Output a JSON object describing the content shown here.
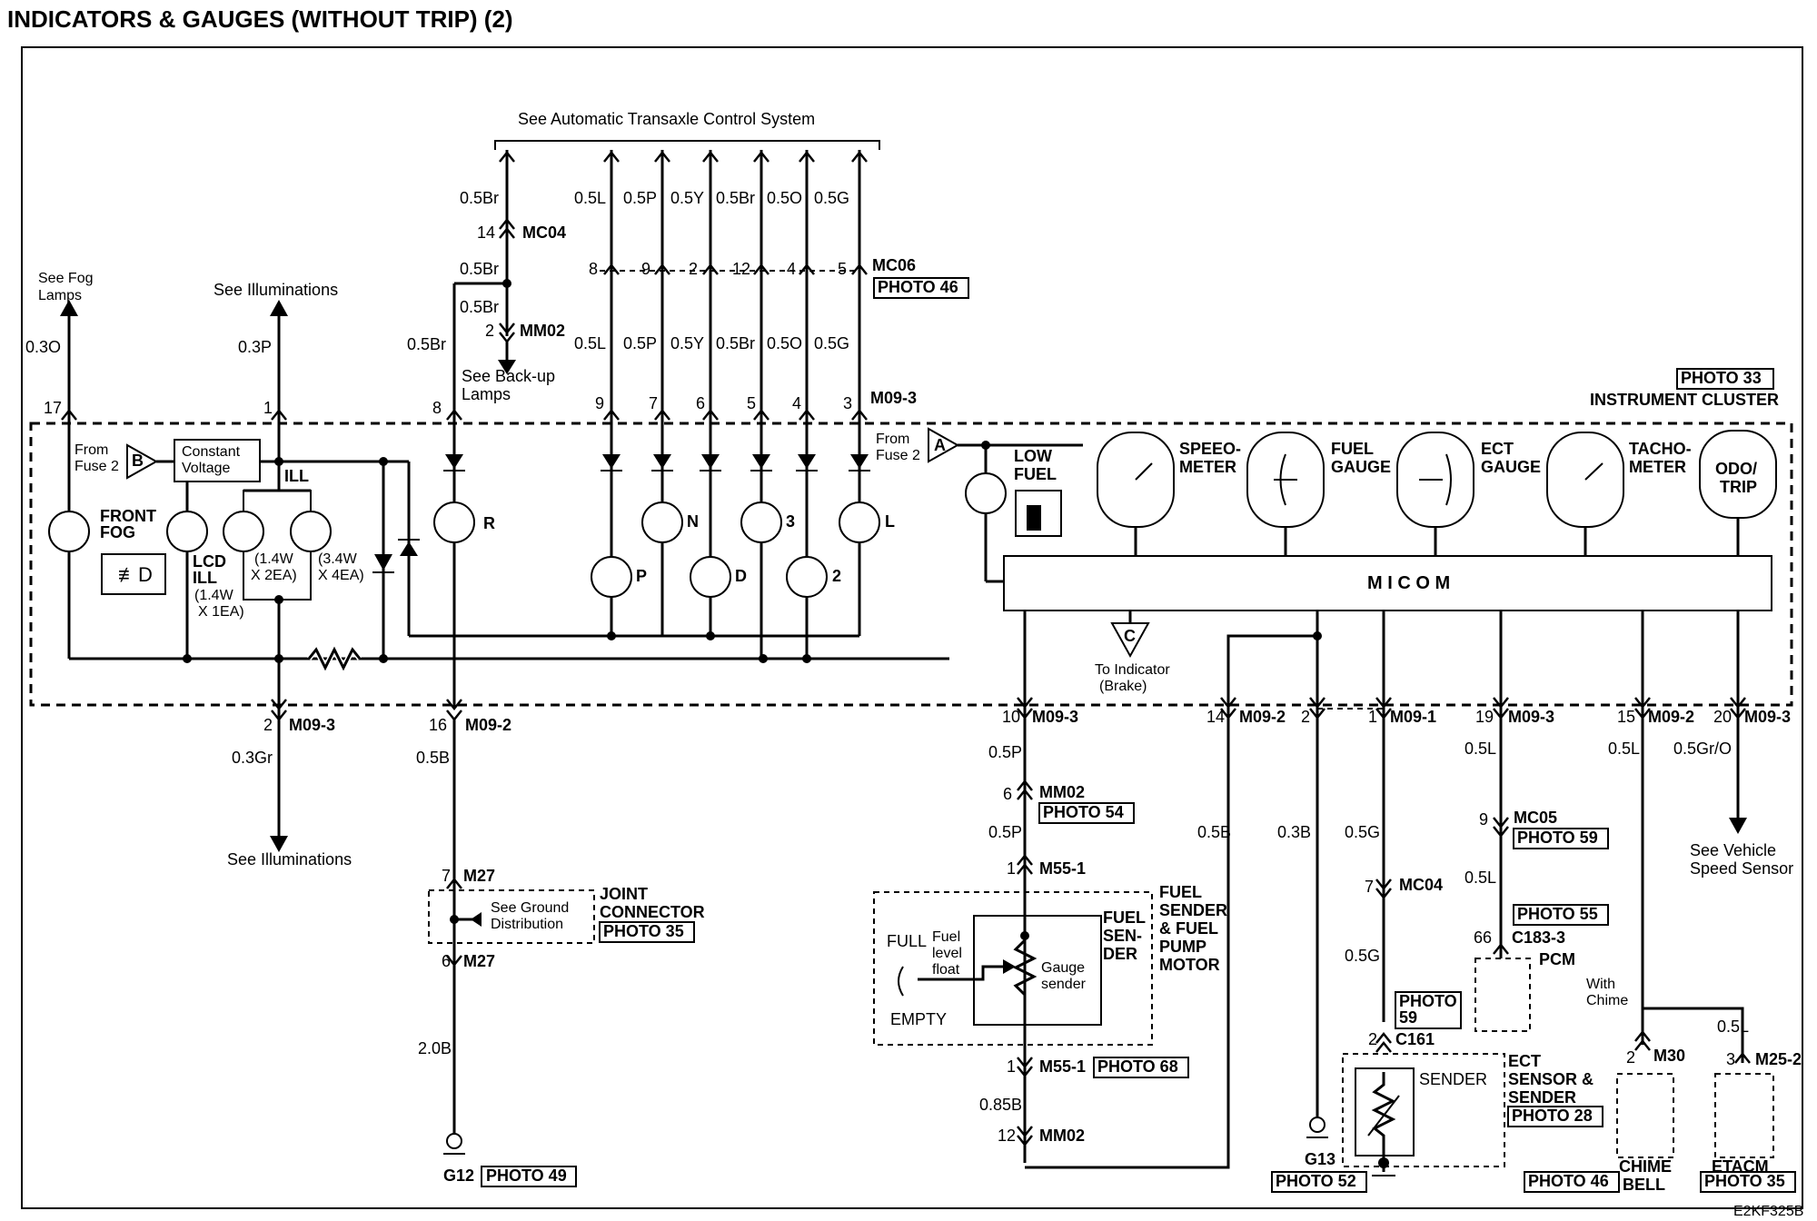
{
  "title": "INDICATORS & GAUGES (WITHOUT TRIP) (2)",
  "figure_code": "E2KF325B",
  "refs": {
    "atcs": "See Automatic Transaxle Control System",
    "fog": "See Fog Lamps",
    "illum_top": "See Illuminations",
    "illum_bottom": "See Illuminations",
    "backup": "See Back-up Lamps",
    "ground_dist": "See Ground Distribution",
    "speed_sensor": "See Vehicle Speed Sensor",
    "to_indicator": "To Indicator (Brake)"
  },
  "cluster": {
    "label": "INSTRUMENT CLUSTER",
    "photo": "PHOTO 33",
    "micom": "M I C O M",
    "from_fuse_b": "From Fuse 2",
    "from_fuse_a": "From Fuse 2",
    "const_voltage": "Constant Voltage",
    "ill": "ILL",
    "front_fog": "FRONT FOG",
    "lcd_ill": "LCD ILL",
    "lcd_rating": "(1.4W X 1EA)",
    "lamp_14": "(1.4W X 2EA)",
    "lamp_34": "(3.4W X 4EA)",
    "low_fuel": "LOW FUEL",
    "gauges": [
      "SPEEO- METER",
      "FUEL GAUGE",
      "ECT GAUGE",
      "TACHO- METER",
      "ODO/ TRIP"
    ],
    "indicators": [
      "R",
      "P",
      "N",
      "D",
      "3",
      "2",
      "L"
    ],
    "tri_b": "B",
    "tri_a": "A",
    "tri_c": "C"
  },
  "connectors": {
    "mc04": "MC04",
    "mm02": "MM02",
    "mc06": "MC06",
    "m09_3": "M09-3",
    "m09_2": "M09-2",
    "m09_1": "M09-1",
    "m27": "M27",
    "m55_1": "M55-1",
    "mc05": "MC05",
    "c183_3": "C183-3",
    "c161": "C161",
    "m30": "M30",
    "m25_2": "M25-2"
  },
  "photos": {
    "p46": "PHOTO 46",
    "p54": "PHOTO 54",
    "p35": "PHOTO 35",
    "p49": "PHOTO 49",
    "p68": "PHOTO 68",
    "p52": "PHOTO 52",
    "p59": "PHOTO 59",
    "p59b": "PHOTO 59",
    "p55": "PHOTO 55",
    "p28": "PHOTO 28",
    "p46b": "PHOTO 46",
    "p35b": "PHOTO 35"
  },
  "wires": {
    "o03": "0.3O",
    "p03": "0.3P",
    "br05": "0.5Br",
    "l05": "0.5L",
    "p05": "0.5P",
    "y05": "0.5Y",
    "o05": "0.5O",
    "g05": "0.5G",
    "gr03": "0.3Gr",
    "b05": "0.5B",
    "b20": "2.0B",
    "b03": "0.3B",
    "b085": "0.85B",
    "gro05": "0.5Gr/O"
  },
  "pins": {
    "p17": "17",
    "p1": "1",
    "p8": "8",
    "p9": "9",
    "p7": "7",
    "p6": "6",
    "p5": "5",
    "p4": "4",
    "p3": "3",
    "p14": "14",
    "p2": "2",
    "p12": "12",
    "p16": "16",
    "p10": "10",
    "p19": "19",
    "p15": "15",
    "p20": "20",
    "p66": "66"
  },
  "components": {
    "joint": "JOINT CONNECTOR",
    "fuel_sender": "FUEL SENDER & FUEL PUMP MOTOR",
    "fuel_sen_der": "FUEL SEN- DER",
    "full": "FULL",
    "empty": "EMPTY",
    "float": "Fuel level float",
    "gauge_sender": "Gauge sender",
    "ect": "ECT SENSOR & SENDER",
    "sender": "SENDER",
    "pcm": "PCM",
    "chime_note": "With Chime",
    "chime_bell": "CHIME BELL",
    "etacm": "ETACM",
    "g12": "G12",
    "g13": "G13"
  }
}
